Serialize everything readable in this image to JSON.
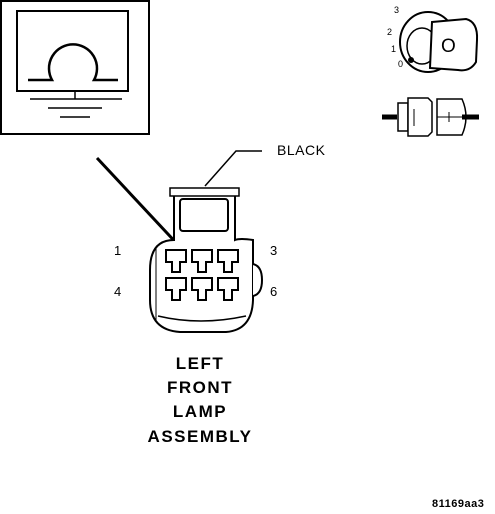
{
  "wire_color_label": "BLACK",
  "pins": {
    "top_left": "1",
    "top_right": "3",
    "bottom_left": "4",
    "bottom_right": "6"
  },
  "ignition": {
    "positions": [
      "3",
      "2",
      "1",
      "0"
    ],
    "key_label": "O"
  },
  "title_lines": [
    "LEFT",
    "FRONT",
    "LAMP",
    "ASSEMBLY"
  ],
  "figure_id": "81169aa3"
}
